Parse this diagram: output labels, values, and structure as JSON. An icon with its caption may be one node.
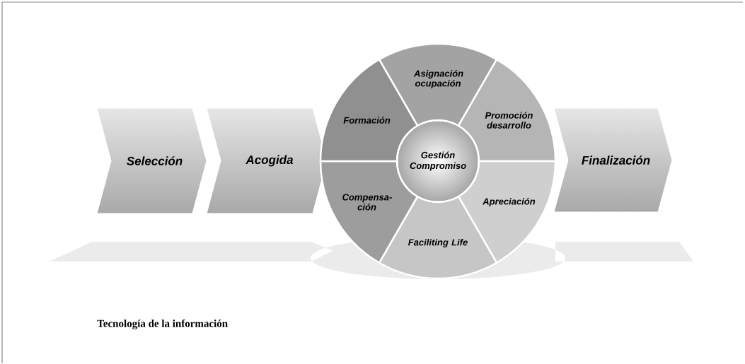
{
  "diagram": {
    "nodes": [
      {
        "text": [
          "Selección"
        ]
      },
      {
        "text": [
          "Acogida"
        ]
      },
      {
        "text": [
          "Gestión Compromiso"
        ]
      },
      {
        "text": [
          "Asignación ocupación"
        ]
      },
      {
        "text": [
          "Promoción desarrollo"
        ]
      },
      {
        "text": [
          "Apreciación"
        ]
      },
      {
        "text": [
          "Faciliting Life"
        ]
      },
      {
        "text": [
          "Compensa- ción"
        ]
      },
      {
        "text": [
          "Formación"
        ]
      },
      {
        "text": [
          "Finalización"
        ]
      }
    ],
    "labels": [
      "Tecnología de la información"
    ]
  }
}
